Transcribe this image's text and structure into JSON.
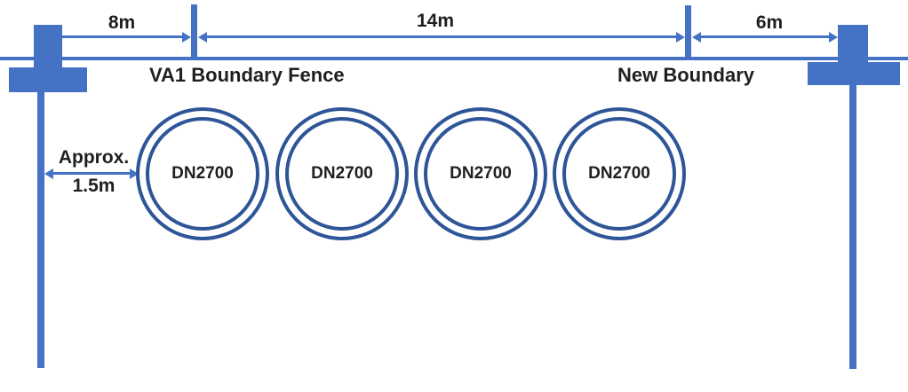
{
  "diagram": {
    "dimensions": {
      "left_span": "8m",
      "middle_span": "14m",
      "right_span": "6m",
      "offset_line1": "Approx.",
      "offset_line2": "1.5m"
    },
    "labels": {
      "left_boundary": "VA1 Boundary Fence",
      "right_boundary": "New Boundary"
    },
    "pipes": [
      {
        "label": "DN2700"
      },
      {
        "label": "DN2700"
      },
      {
        "label": "DN2700"
      },
      {
        "label": "DN2700"
      }
    ],
    "colors": {
      "structure_blue": "#4472C4",
      "pipe_stroke": "#2E5597",
      "text": "#1F1F1F"
    }
  }
}
